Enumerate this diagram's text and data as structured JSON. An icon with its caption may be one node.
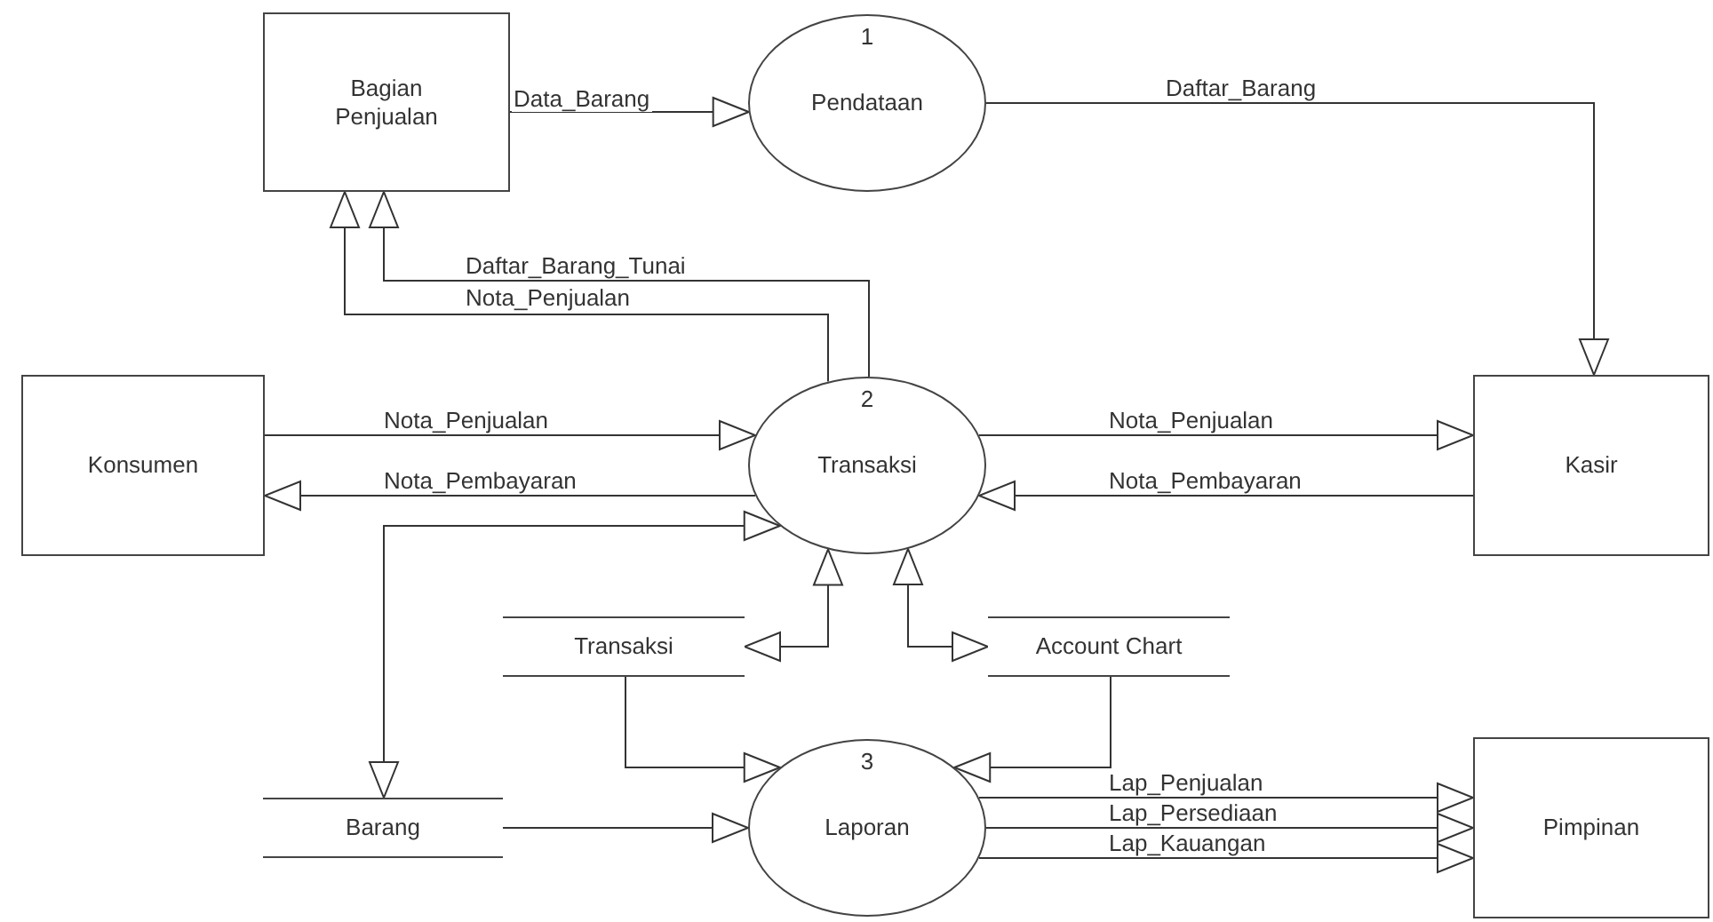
{
  "diagram": {
    "nodes": [
      {
        "text": [
          "Bagian Penjualan"
        ]
      },
      {
        "text": [
          "1",
          "Pendataan"
        ]
      },
      {
        "text": [
          "Konsumen"
        ]
      },
      {
        "text": [
          "2",
          "Transaksi"
        ]
      },
      {
        "text": [
          "Kasir"
        ]
      },
      {
        "text": [
          "Transaksi"
        ]
      },
      {
        "text": [
          "Account Chart"
        ]
      },
      {
        "text": [
          "Barang"
        ]
      },
      {
        "text": [
          "3",
          "Laporan"
        ]
      },
      {
        "text": [
          "Pimpinan"
        ]
      }
    ],
    "edges": [
      {
        "from": 0,
        "to": 1,
        "arrow": "to",
        "label": "Data_Barang"
      },
      {
        "from": 1,
        "to": 4,
        "arrow": "to",
        "label": "Daftar_Barang"
      },
      {
        "from": 3,
        "to": 0,
        "arrow": "to",
        "label": "Daftar_Barang_Tunai"
      },
      {
        "from": 3,
        "to": 0,
        "arrow": "to",
        "label": "Nota_Penjualan"
      },
      {
        "from": 2,
        "to": 3,
        "arrow": "to",
        "label": "Nota_Penjualan"
      },
      {
        "from": 3,
        "to": 2,
        "arrow": "to",
        "label": "Nota_Pembayaran"
      },
      {
        "from": 3,
        "to": 4,
        "arrow": "to",
        "label": "Nota_Penjualan"
      },
      {
        "from": 4,
        "to": 3,
        "arrow": "to",
        "label": "Nota_Pembayaran"
      },
      {
        "from": 7,
        "to": 3,
        "arrow": "both"
      },
      {
        "from": 3,
        "to": 5,
        "arrow": "both"
      },
      {
        "from": 3,
        "to": 6,
        "arrow": "both"
      },
      {
        "from": 5,
        "to": 8,
        "arrow": "to"
      },
      {
        "from": 6,
        "to": 8,
        "arrow": "to"
      },
      {
        "from": 7,
        "to": 8,
        "arrow": "to"
      },
      {
        "from": 8,
        "to": 9,
        "arrow": "to",
        "label": "Lap_Penjualan"
      },
      {
        "from": 8,
        "to": 9,
        "arrow": "to",
        "label": "Lap_Persediaan"
      },
      {
        "from": 8,
        "to": 9,
        "arrow": "to",
        "label": "Lap_Kauangan"
      }
    ]
  }
}
